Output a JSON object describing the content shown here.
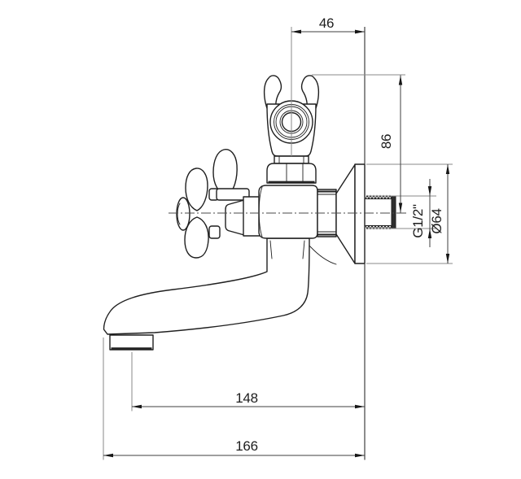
{
  "drawing": {
    "dimensions": {
      "holder_width": "46",
      "height": "86",
      "thread": "G1/2\"",
      "flange_diameter": "Ø64",
      "spout_reach": "148",
      "total_reach": "166"
    },
    "colors": {
      "background": "#ffffff",
      "outline": "#1f1f1f",
      "dimension_line": "#3f3f3f",
      "extension_line": "#8a8a8a"
    }
  }
}
